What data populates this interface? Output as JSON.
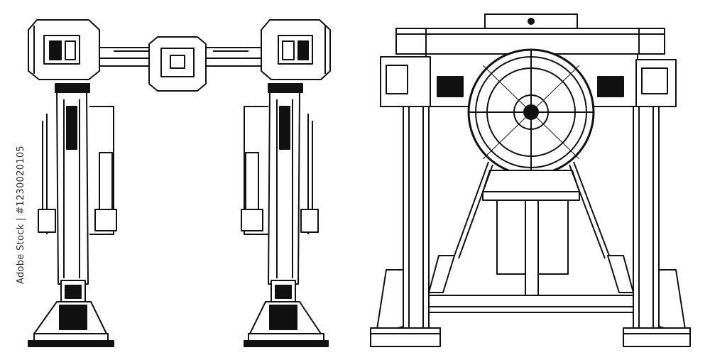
{
  "image": {
    "kind": "line-art-illustration",
    "subjects": [
      "mech-walker-gate",
      "gear-press-machine"
    ],
    "ink_color": "#111111",
    "paper_color": "#ffffff"
  },
  "side_text": {
    "stock_id": "Adobe Stock | #1230020105"
  }
}
